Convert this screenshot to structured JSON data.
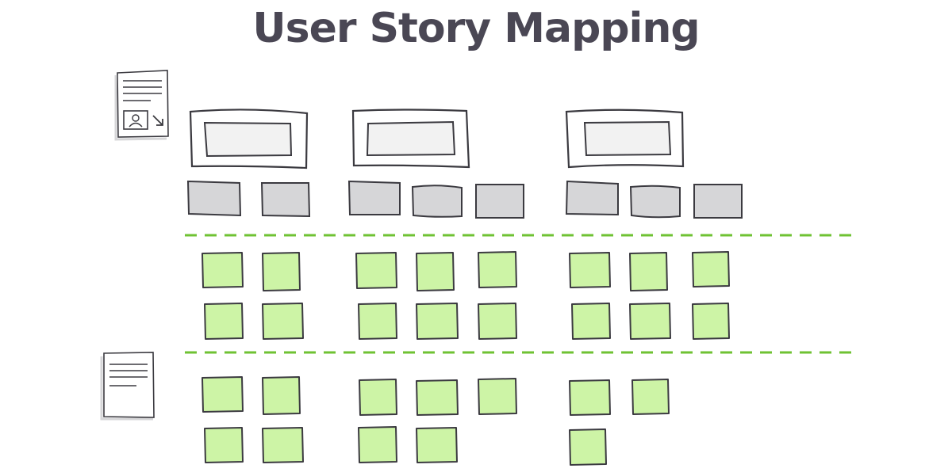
{
  "title": "User Story Mapping",
  "colors": {
    "title": "#4a4754",
    "stroke": "#3b3a40",
    "activity_fill": "#ffffff",
    "activity_inner_fill": "#f2f2f2",
    "task_fill": "#d6d6d8",
    "story_fill": "#cdf4a6",
    "release_line": "#6fc233"
  },
  "icons": [
    "persona-document-icon",
    "release-document-icon"
  ],
  "map": {
    "activity_count": 3,
    "tasks_per_activity": [
      2,
      3,
      3
    ],
    "release_lines": 2,
    "release_1_story_columns": [
      [
        2,
        2
      ],
      [
        2,
        2,
        2
      ],
      [
        2,
        2,
        2
      ]
    ],
    "release_2_story_columns": [
      [
        2,
        2
      ],
      [
        2,
        2,
        1
      ],
      [
        2,
        1
      ]
    ]
  }
}
